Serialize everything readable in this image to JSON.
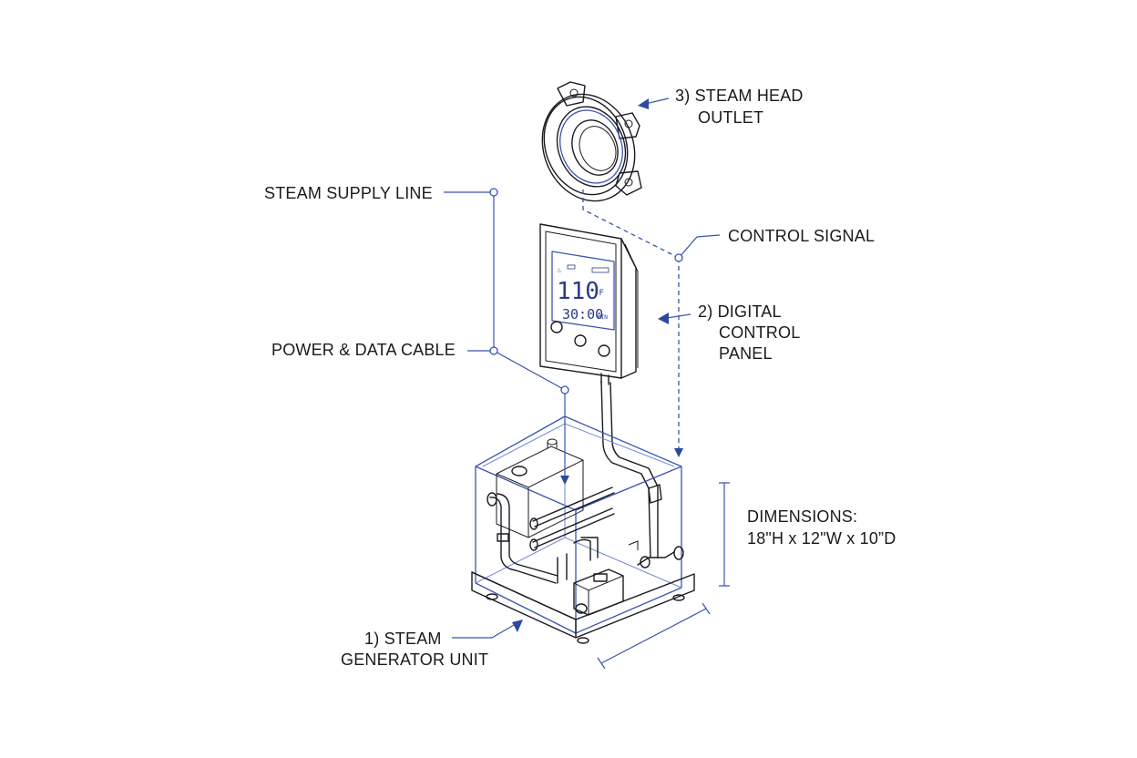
{
  "labels": {
    "steam_head_1": "3) STEAM HEAD",
    "steam_head_2": "OUTLET",
    "supply_line": "STEAM SUPPLY LINE",
    "control_signal": "CONTROL SIGNAL",
    "panel_1": "2) DIGITAL",
    "panel_2": "CONTROL",
    "panel_3": "PANEL",
    "power_cable": "POWER & DATA CABLE",
    "dims_1": "DIMENSIONS:",
    "dims_2": "18\"H x 12\"W x 10”D",
    "generator_1": "1) STEAM",
    "generator_2": "GENERATOR UNIT"
  },
  "display": {
    "temperature": "110",
    "temp_unit": "°F",
    "time": "30:00",
    "time_unit": "MIN"
  },
  "colors": {
    "ink": "#1a1a22",
    "accent_blue": "#3a55b0",
    "arrow_blue": "#2c4a9e"
  }
}
